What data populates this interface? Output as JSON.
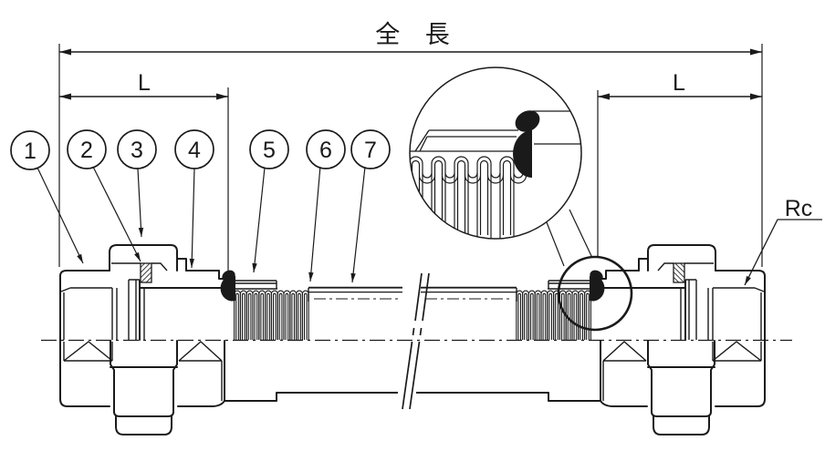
{
  "labels": {
    "overall_length": "全 長",
    "length_left": "L",
    "length_right": "L",
    "thread_size": "Rc"
  },
  "callouts": [
    {
      "number": "1"
    },
    {
      "number": "2"
    },
    {
      "number": "3"
    },
    {
      "number": "4"
    },
    {
      "number": "5"
    },
    {
      "number": "6"
    },
    {
      "number": "7"
    }
  ],
  "colors": {
    "line": "#1a1a1a",
    "background": "#ffffff"
  }
}
